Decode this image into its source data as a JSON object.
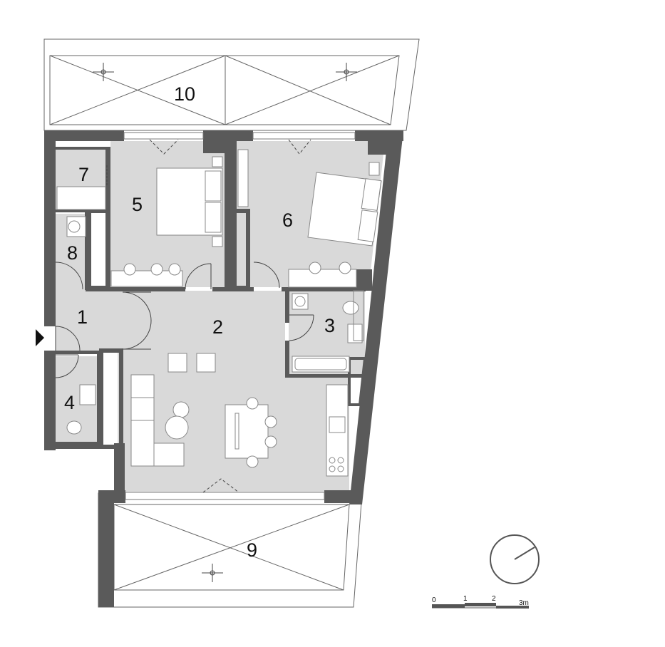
{
  "rooms": {
    "r1": "1",
    "r2": "2",
    "r3": "3",
    "r4": "4",
    "r5": "5",
    "r6": "6",
    "r7": "7",
    "r8": "8",
    "r9": "9",
    "r10": "10"
  },
  "scale_bar": {
    "t0": "0",
    "t1": "1",
    "t2": "2",
    "t3": "3m"
  },
  "icons": {
    "entrance": "entrance-arrow-icon",
    "north": "north-arrow-icon",
    "drain": "floor-drain-icon"
  },
  "colors": {
    "wall": "#5a5a5a",
    "floor": "#d9d9d9",
    "line": "#555555"
  }
}
